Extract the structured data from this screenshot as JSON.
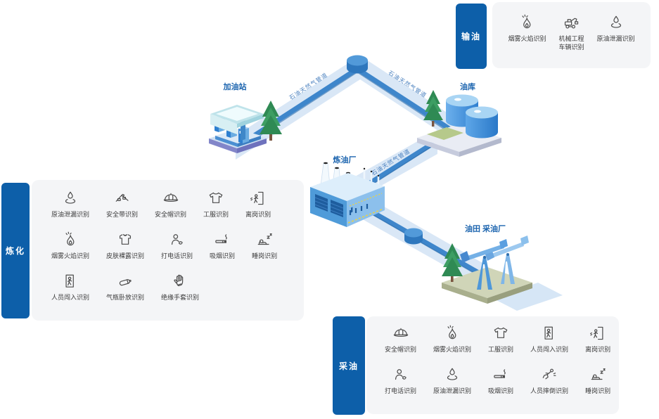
{
  "colors": {
    "tab_blue": "#0d5fa9",
    "panel_bg": "#f4f5f7",
    "site_label_blue": "#1a63ae",
    "pipe_band": "#d9e7f6",
    "pipe_dark": "#3e86cb",
    "item_label": "#3c3c3c"
  },
  "diagram": {
    "pipeline_label": "石油天然气管道",
    "sites": [
      {
        "id": "gas-station",
        "label": "加油站"
      },
      {
        "id": "oil-depot",
        "label": "油库"
      },
      {
        "id": "refinery",
        "label": "炼油厂"
      },
      {
        "id": "oil-field",
        "label": "油田 采油厂"
      }
    ]
  },
  "groups": [
    {
      "id": "transport",
      "tab": "输油",
      "rows": [
        [
          {
            "icon": "flame-icon",
            "label": "烟雾火焰识别"
          },
          {
            "icon": "engineering-vehicle-icon",
            "label": "机械工程车辆识别"
          },
          {
            "icon": "oil-leak-icon",
            "label": "原油泄漏识别"
          }
        ]
      ]
    },
    {
      "id": "refining",
      "tab": "炼化",
      "rows": [
        [
          {
            "icon": "oil-leak-icon",
            "label": "原油泄漏识别"
          },
          {
            "icon": "safety-harness-icon",
            "label": "安全带识别"
          },
          {
            "icon": "helmet-icon",
            "label": "安全帽识别"
          },
          {
            "icon": "uniform-icon",
            "label": "工服识别"
          },
          {
            "icon": "leave-post-icon",
            "label": "离岗识别"
          }
        ],
        [
          {
            "icon": "flame-icon",
            "label": "烟雾火焰识别"
          },
          {
            "icon": "skin-exposure-icon",
            "label": "皮肤裸露识别"
          },
          {
            "icon": "phone-call-icon",
            "label": "打电话识别"
          },
          {
            "icon": "smoking-icon",
            "label": "吸烟识别"
          },
          {
            "icon": "sleep-post-icon",
            "label": "睡岗识别"
          }
        ],
        [
          {
            "icon": "intrusion-icon",
            "label": "人员闯入识别"
          },
          {
            "icon": "cylinder-lying-icon",
            "label": "气瓶卧放识别"
          },
          {
            "icon": "insulating-glove-icon",
            "label": "绝缘手套识别"
          }
        ]
      ]
    },
    {
      "id": "extraction",
      "tab": "采油",
      "rows": [
        [
          {
            "icon": "helmet-icon",
            "label": "安全帽识别"
          },
          {
            "icon": "flame-icon",
            "label": "烟雾火焰识别"
          },
          {
            "icon": "uniform-icon",
            "label": "工服识别"
          },
          {
            "icon": "intrusion-icon",
            "label": "人员闯入识别"
          },
          {
            "icon": "leave-post-icon",
            "label": "离岗识别"
          }
        ],
        [
          {
            "icon": "phone-call-icon",
            "label": "打电话识别"
          },
          {
            "icon": "oil-leak-icon",
            "label": "原油泄漏识别"
          },
          {
            "icon": "smoking-icon",
            "label": "吸烟识别"
          },
          {
            "icon": "person-fall-icon",
            "label": "人员摔倒识别"
          },
          {
            "icon": "sleep-post-icon",
            "label": "睡岗识别"
          }
        ]
      ]
    }
  ]
}
